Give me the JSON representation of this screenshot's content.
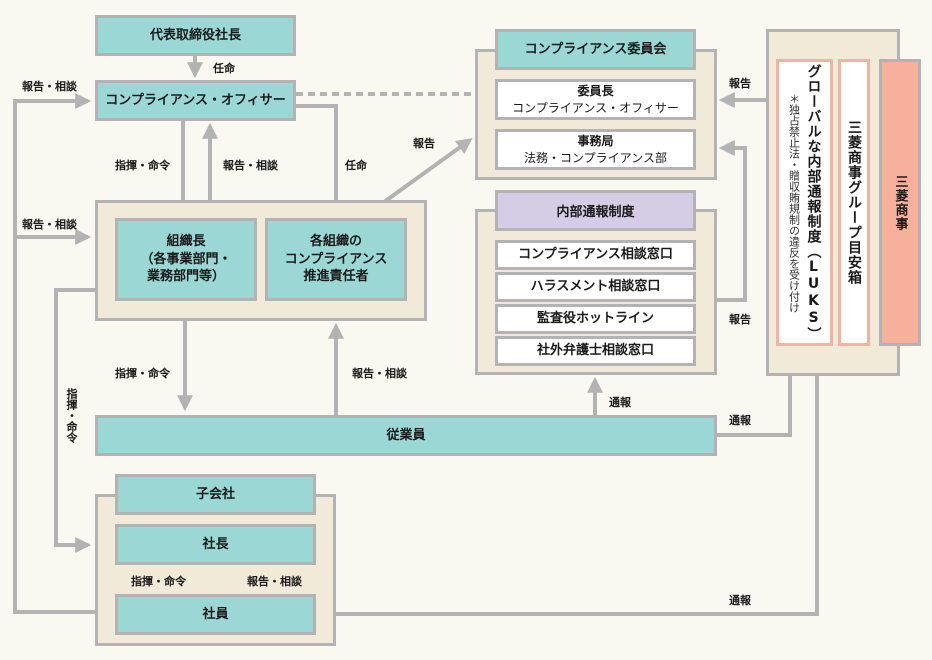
{
  "nodes": {
    "ceo": "代表取締役社長",
    "compliance_officer": "コンプライアンス・オフィサー",
    "org_head": [
      "組織長",
      "（各事業部門・",
      "業務部門等）"
    ],
    "org_promoter": [
      "各組織の",
      "コンプライアンス",
      "推進責任者"
    ],
    "employees": "従業員",
    "subsidiary": {
      "title": "子会社",
      "president": "社長",
      "staff": "社員",
      "down_label": "指揮・命令",
      "up_label": "報告・相談"
    },
    "committee": {
      "title": "コンプライアンス委員会",
      "chair_title": "委員長",
      "chair_name": "コンプライアンス・オフィサー",
      "secretariat_title": "事務局",
      "secretariat_name": "法務・コンプライアンス部"
    },
    "whistleblowing": {
      "title": "内部通報制度",
      "channels": [
        "コンプライアンス相談窓口",
        "ハラスメント相談窓口",
        "監査役ホットライン",
        "社外弁護士相談窓口"
      ]
    },
    "group": {
      "luks_title": "グローバルな内部通報制度（LUKS）",
      "luks_note": "＊独占禁止法・贈収賄規制の違反を受け付け",
      "group_box": "三菱商事グループ目安箱",
      "company": "三菱商事"
    }
  },
  "labels": {
    "appoint_top": "任命",
    "report_consult_left_top": "報告・相談",
    "report_consult_left_mid": "報告・相談",
    "command_upper": "指揮・命令",
    "report_consult_upper": "報告・相談",
    "appoint_mid": "任命",
    "report_diag": "報告",
    "command_lower": "指揮・命令",
    "report_consult_lower": "報告・相談",
    "command_vertical": "指揮・命令",
    "report_group": "報告",
    "report_whistle": "報告",
    "notify_whistle": "通報",
    "notify_employees": "通報",
    "notify_subsidiary": "通報"
  },
  "colors": {
    "teal": "#9bd8d5",
    "beige": "#f2ead9",
    "purple": "#d4cde5",
    "salmon": "#f7b19a",
    "line": "#b3b3b3",
    "background": "#f9f8f1"
  }
}
